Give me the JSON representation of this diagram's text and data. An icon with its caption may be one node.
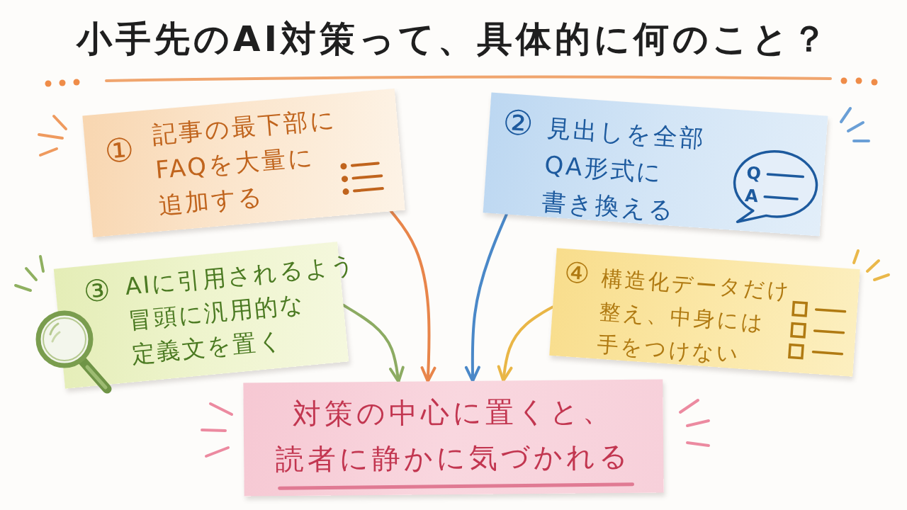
{
  "diagram": {
    "title": "小手先のAI対策って、具体的に何のこと？",
    "nodes": [
      {
        "text": [
          "①",
          "記事の最下部にFAQを大量に追加する"
        ]
      },
      {
        "text": [
          "②",
          "見出しを全部QA形式に書き換える",
          "Q",
          "A"
        ]
      },
      {
        "text": [
          "③",
          "AIに引用されるよう冒頭に汎用的な定義文を置く"
        ]
      },
      {
        "text": [
          "④",
          "構造化データだけ整え、中身には手をつけない"
        ]
      },
      {
        "text": [
          "対策の中心に置くと、読者に静かに気づかれる"
        ]
      }
    ],
    "edges": [
      {
        "from": 0,
        "to": 4,
        "arrow": "to",
        "color": "#e8854a"
      },
      {
        "from": 1,
        "to": 4,
        "arrow": "to",
        "color": "#4a88c8"
      },
      {
        "from": 2,
        "to": 4,
        "arrow": "to",
        "color": "#8cab62"
      },
      {
        "from": 3,
        "to": 4,
        "arrow": "to",
        "color": "#e9b646"
      }
    ]
  }
}
